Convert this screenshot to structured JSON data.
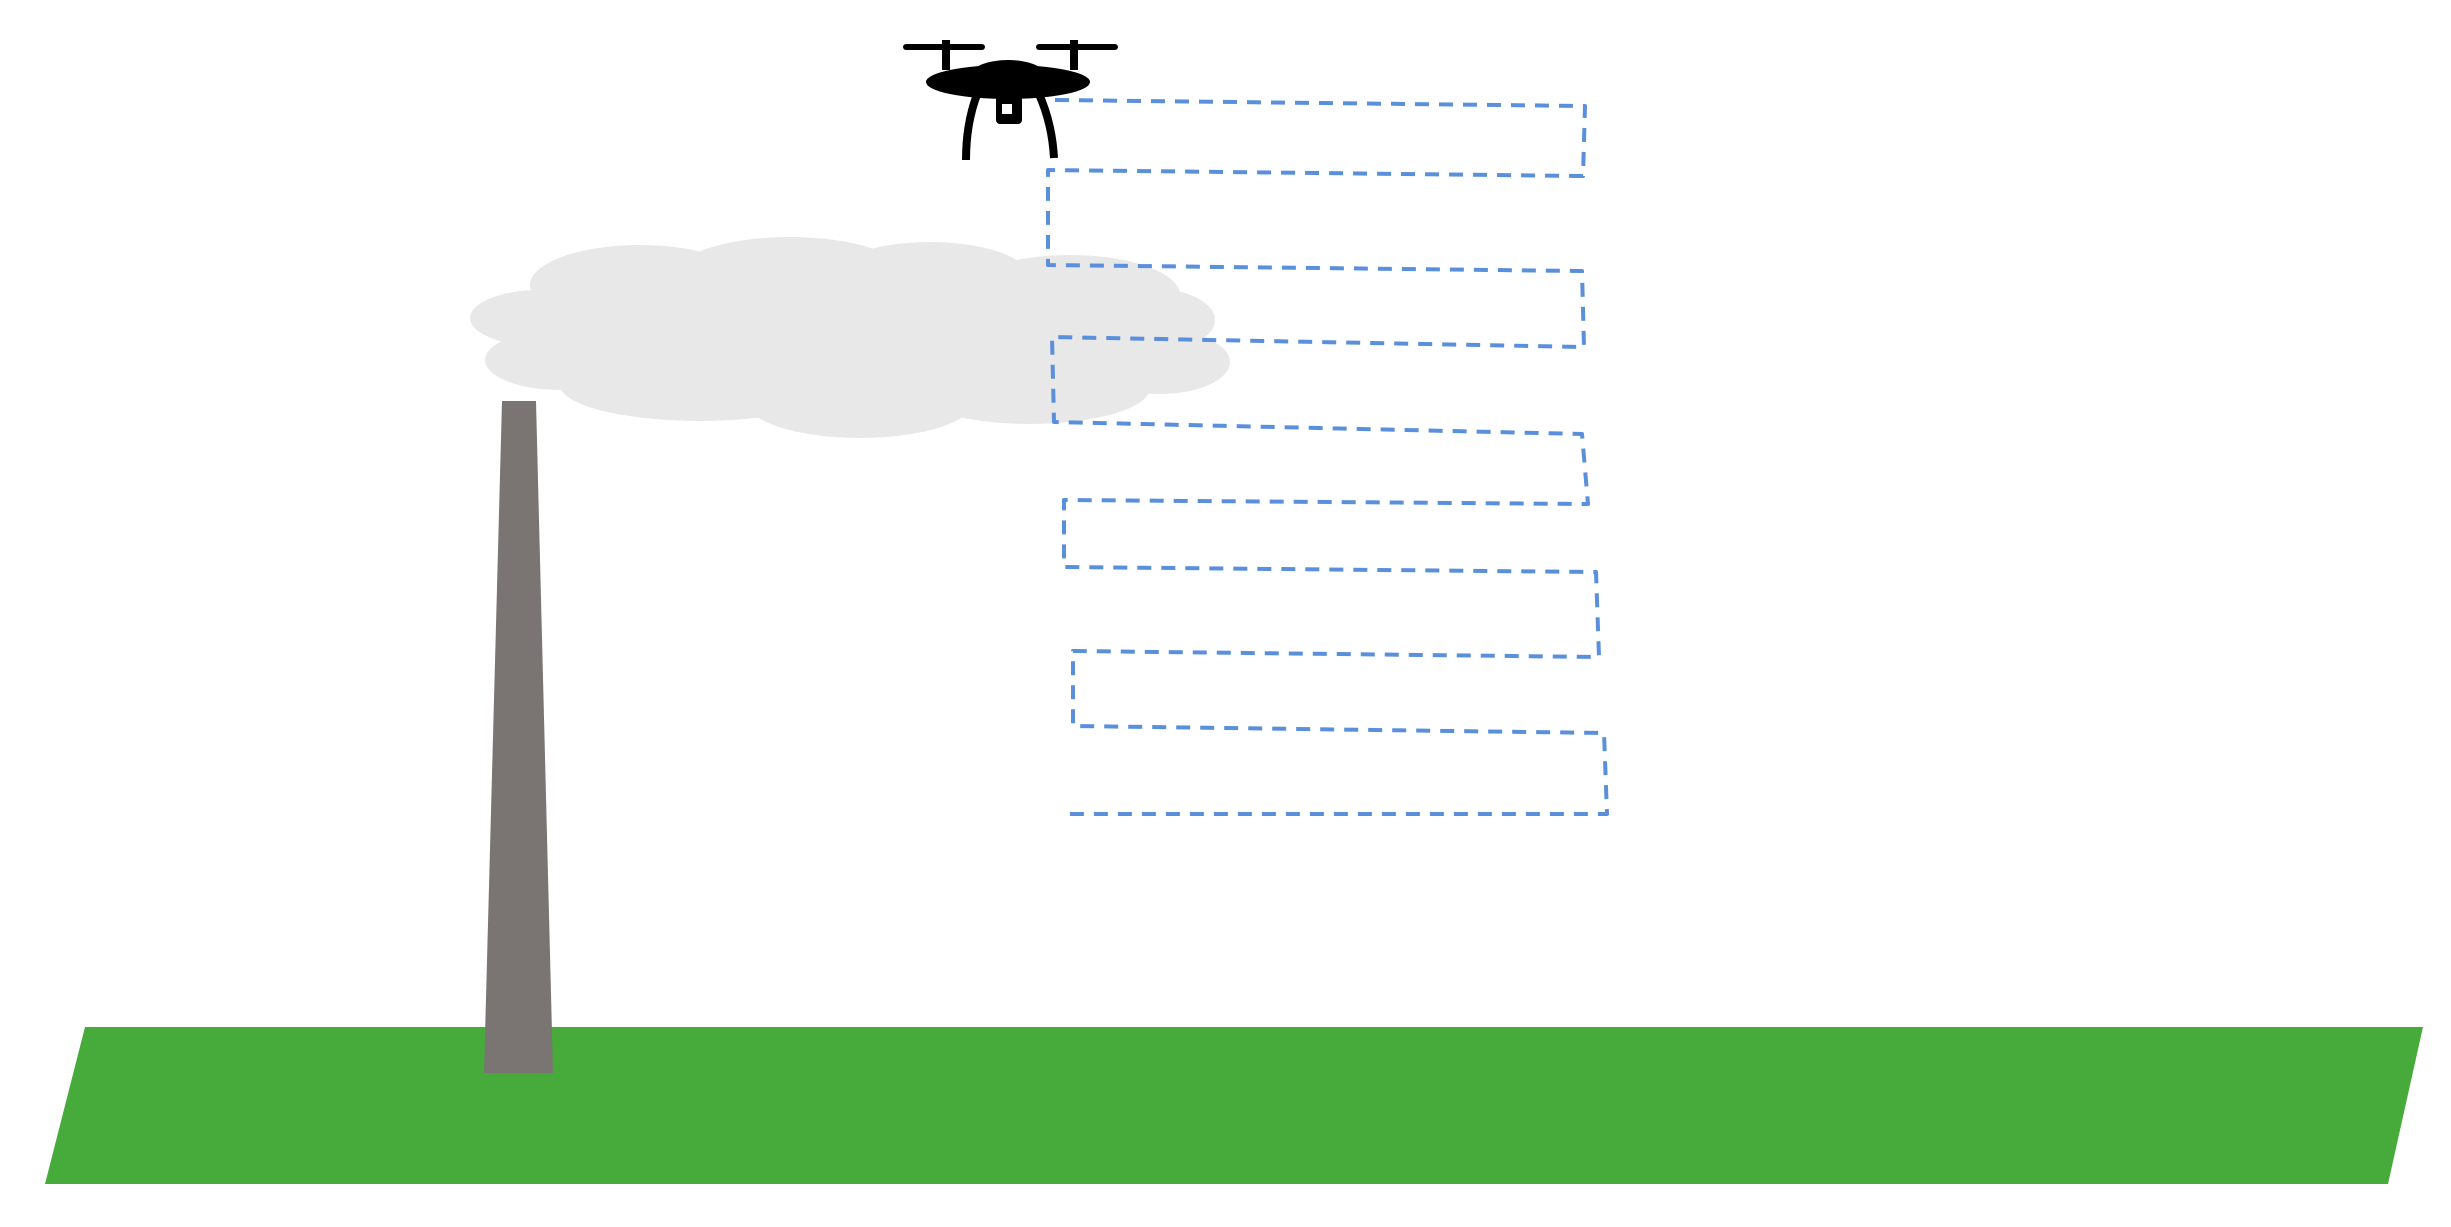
{
  "diagram": {
    "elements": {
      "ground": {
        "semantic": "grass-ground",
        "color": "#46ab3a"
      },
      "chimney": {
        "semantic": "smokestack",
        "color": "#7a7473"
      },
      "plume": {
        "semantic": "smoke-cloud",
        "color": "#e8e8e8"
      },
      "drone": {
        "semantic": "drone-icon",
        "color": "#000000"
      },
      "flight_path": {
        "semantic": "dashed-survey-path",
        "color": "#5a8fdc",
        "pattern": "lawnmower",
        "passes": 10
      }
    }
  }
}
